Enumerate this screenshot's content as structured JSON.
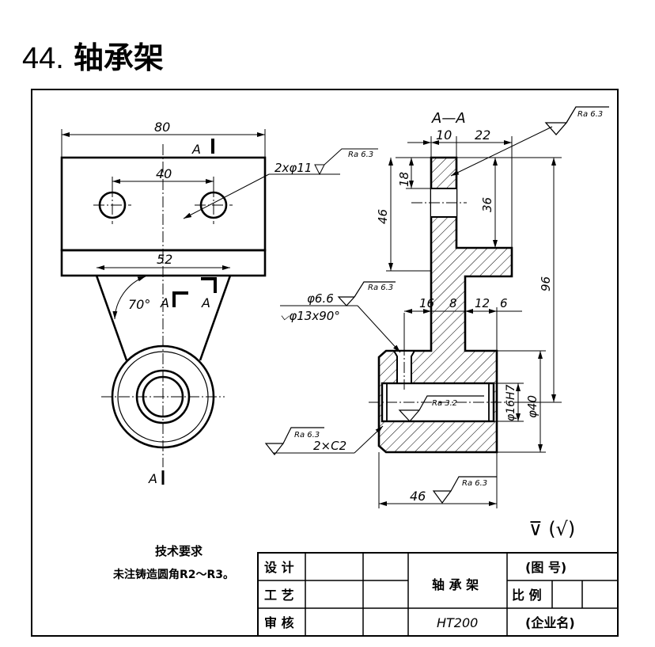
{
  "title": {
    "number": "44.",
    "name": "轴承架"
  },
  "front_view": {
    "dim_overall_width": "80",
    "dim_hole_spacing": "40",
    "dim_base_width": "52",
    "holes_callout": "2xφ11",
    "holes_roughness": "Ra 6.3",
    "angle": "70°",
    "section_mark": "A"
  },
  "section_view": {
    "label": "A—A",
    "dim_rib_thickness": "10",
    "dim_top_offset": "22",
    "dim_top_height": "18",
    "dim_upper_height": "46",
    "dim_slot_height": "36",
    "dim_total_height": "96",
    "top_roughness": "Ra 6.3",
    "dim_16": "16",
    "dim_8": "8",
    "dim_12": "12",
    "dim_6": "6",
    "countersink_line1": "φ6.6",
    "countersink_line2": "⌵φ13x90°",
    "countersink_roughness": "Ra 6.3",
    "bore_roughness": "Ra 3.2",
    "bore_dia": "φ16H7",
    "outer_dia": "φ40",
    "chamfer": "2×C2",
    "chamfer_roughness": "Ra 6.3",
    "dim_width": "46",
    "width_roughness": "Ra 6.3",
    "general_roughness": "⊽ (√)"
  },
  "tech_requirements": {
    "heading": "技术要求",
    "line1": "未注铸造圆角R2～R3。"
  },
  "title_block": {
    "design": "设 计",
    "process": "工 艺",
    "review": "审 核",
    "part_name": "轴 承 架",
    "drawing_no": "(图 号)",
    "scale": "比 例",
    "material": "HT200",
    "company": "(企业名)"
  }
}
